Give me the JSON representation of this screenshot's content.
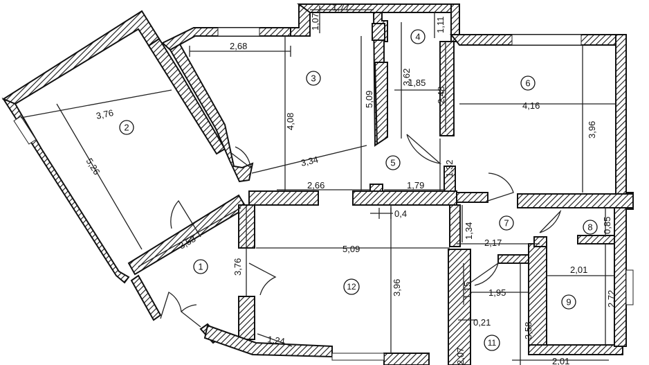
{
  "rooms": [
    {
      "id": "room-1",
      "number": "1"
    },
    {
      "id": "room-2",
      "number": "2"
    },
    {
      "id": "room-3",
      "number": "3"
    },
    {
      "id": "room-4",
      "number": "4"
    },
    {
      "id": "room-5",
      "number": "5"
    },
    {
      "id": "room-6",
      "number": "6"
    },
    {
      "id": "room-7",
      "number": "7"
    },
    {
      "id": "room-8",
      "number": "8"
    },
    {
      "id": "room-9",
      "number": "9"
    },
    {
      "id": "room-11",
      "number": "11"
    },
    {
      "id": "room-12",
      "number": "12"
    }
  ],
  "dimensions": {
    "d_1_77": "1,77",
    "d_1_07": "1,07",
    "d_1_11": "1,11",
    "d_2_68": "2,68",
    "d_3_76_room2": "3,76",
    "d_5_26": "5,26",
    "d_4_08": "4,08",
    "d_5_09_v": "5,09",
    "d_3_62": "3,62",
    "d_1_85": "1,85",
    "d_2_48": "2,48",
    "d_4_16": "4,16",
    "d_3_96_room6": "3,96",
    "d_3_34": "3,34",
    "d_1_32": "1,32",
    "d_2_66": "2,66",
    "d_1_79": "1,79",
    "d_0_4": "0,4",
    "d_0_85": "0,85",
    "d_1_34": "1,34",
    "d_2_17": "2,17",
    "d_3_53": "3,53",
    "d_3_76_room1": "3,76",
    "d_5_09_h": "5,09",
    "d_3_96_room12": "3,96",
    "d_1_15": "1,15",
    "d_1_95": "1,95",
    "d_2_01_room9": "2,01",
    "d_2_72": "2,72",
    "d_0_21": "0,21",
    "d_3_58": "3,58",
    "d_2_07": "2,07",
    "d_1_24": "1,24",
    "d_2_01_bottom": "2,01"
  }
}
